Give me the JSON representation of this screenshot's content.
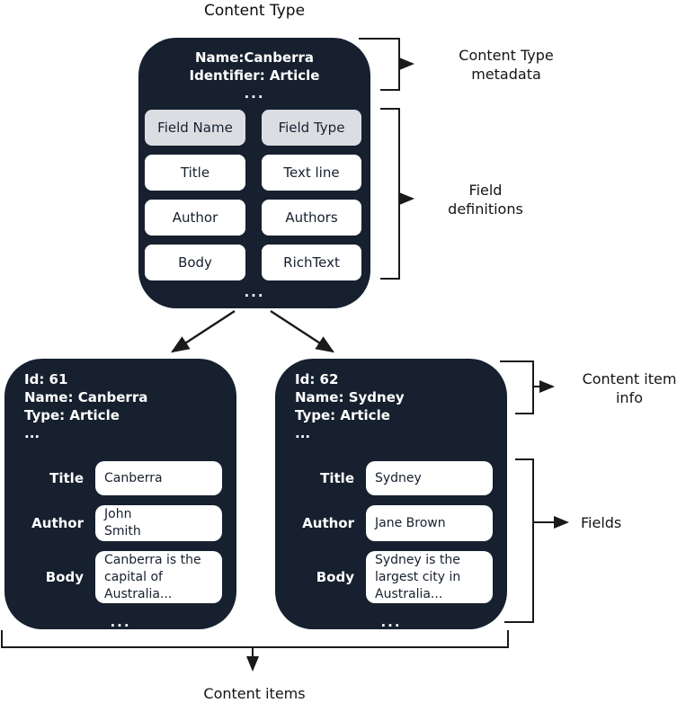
{
  "title": "Content Type",
  "colors": {
    "card_bg": "#16202e",
    "header_pill_bg": "#dcdde3",
    "pill_bg": "#ffffff",
    "pill_text": "#16202e",
    "line": "#1a1a1a"
  },
  "content_type": {
    "meta": [
      "Name:Canberra",
      "Identifier: Article",
      "..."
    ],
    "columns": [
      "Field Name",
      "Field Type"
    ],
    "rows": [
      {
        "name": "Title",
        "type": "Text line"
      },
      {
        "name": "Author",
        "type": "Authors"
      },
      {
        "name": "Body",
        "type": "RichText"
      }
    ],
    "more": "..."
  },
  "annotations": {
    "content_type_metadata": "Content Type metadata",
    "field_definitions": "Field definitions",
    "content_item_info": "Content item info",
    "fields": "Fields",
    "content_items": "Content items"
  },
  "items": [
    {
      "meta": [
        "Id: 61",
        "Name: Canberra",
        "Type: Article",
        "..."
      ],
      "fields": [
        {
          "label": "Title",
          "value": "Canberra"
        },
        {
          "label": "Author",
          "value": "John\nSmith"
        },
        {
          "label": "Body",
          "value": "Canberra is the capital of Australia..."
        }
      ],
      "more": "..."
    },
    {
      "meta": [
        "Id: 62",
        "Name: Sydney",
        "Type: Article",
        "..."
      ],
      "fields": [
        {
          "label": "Title",
          "value": "Sydney"
        },
        {
          "label": "Author",
          "value": "Jane Brown"
        },
        {
          "label": "Body",
          "value": "Sydney is the largest city in Australia..."
        }
      ],
      "more": "..."
    }
  ]
}
